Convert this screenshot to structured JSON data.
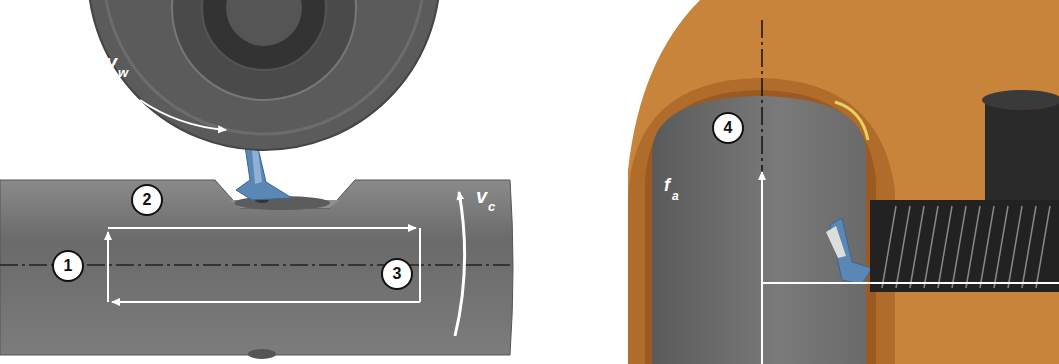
{
  "diagram": {
    "nodes": [
      {
        "text": [
          "1"
        ]
      },
      {
        "text": [
          "2"
        ]
      },
      {
        "text": [
          "3"
        ]
      },
      {
        "text": [
          "4"
        ]
      }
    ],
    "labels": [
      "v",
      "w",
      "v",
      "c",
      "f",
      "a"
    ]
  }
}
